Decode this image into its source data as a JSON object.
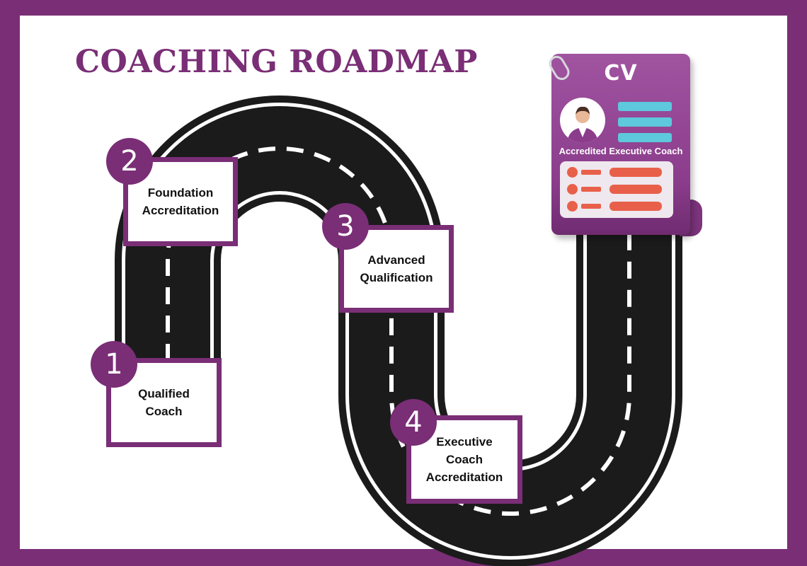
{
  "title": "COACHING ROADMAP",
  "colors": {
    "brand": "#7a2e76",
    "road": "#1b1b1b",
    "cv_accent": "#5ec8dc",
    "cv_items": "#e8604a"
  },
  "steps": [
    {
      "number": "1",
      "label": "Qualified\nCoach"
    },
    {
      "number": "2",
      "label": "Foundation\nAccreditation"
    },
    {
      "number": "3",
      "label": "Advanced\nQualification"
    },
    {
      "number": "4",
      "label": "Executive\nCoach\nAccreditation"
    }
  ],
  "cv": {
    "title": "CV",
    "caption": "Accredited Executive Coach",
    "icons": [
      "paperclip-icon",
      "avatar-icon"
    ]
  }
}
